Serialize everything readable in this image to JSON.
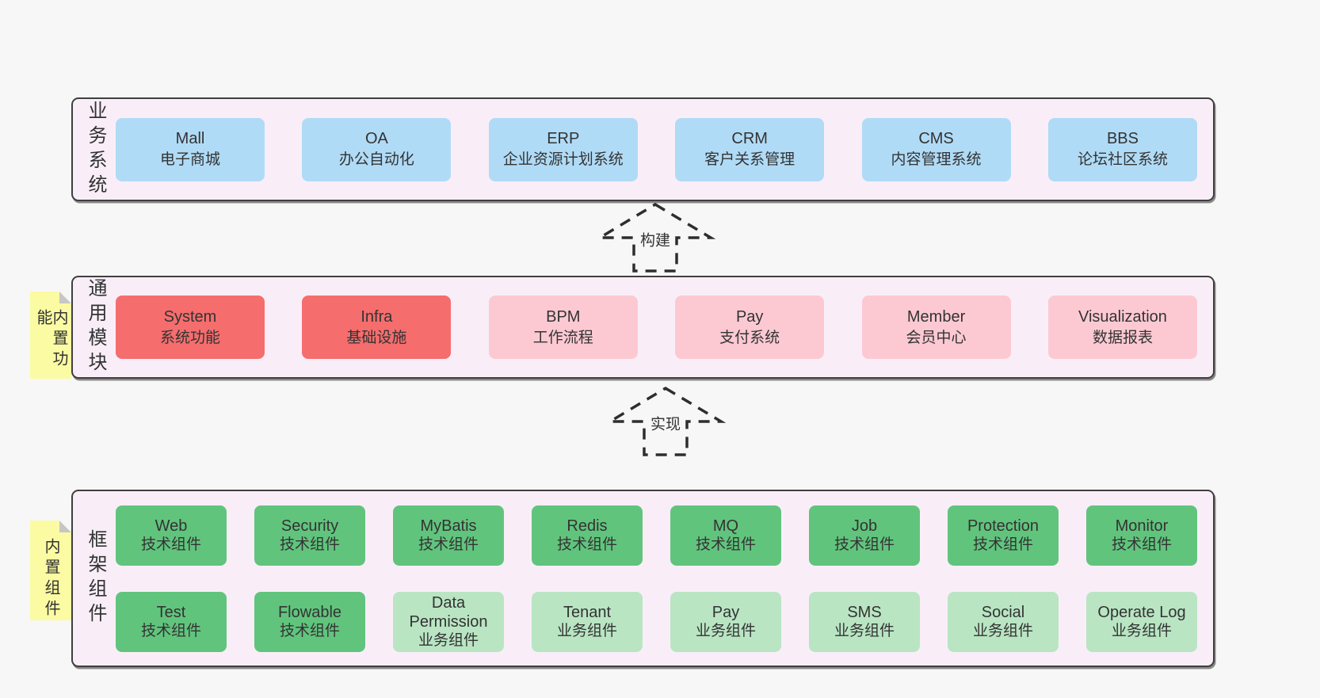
{
  "colors": {
    "page_bg": "#f7f7f7",
    "panel_bg": "#f9eef8",
    "panel_border": "#3f3f3f",
    "blue_box": "#b0dbf6",
    "red_box": "#f56d6d",
    "pink_box": "#fcc9d3",
    "green_box": "#61c47d",
    "light_green_box": "#b9e5c3",
    "sticky_yellow": "#fbfba3",
    "text": "#333333"
  },
  "sections": {
    "business": {
      "label": "业务系统",
      "items": [
        {
          "title": "Mall",
          "subtitle": "电子商城"
        },
        {
          "title": "OA",
          "subtitle": "办公自动化"
        },
        {
          "title": "ERP",
          "subtitle": "企业资源计划系统"
        },
        {
          "title": "CRM",
          "subtitle": "客户关系管理"
        },
        {
          "title": "CMS",
          "subtitle": "内容管理系统"
        },
        {
          "title": "BBS",
          "subtitle": "论坛社区系统"
        }
      ]
    },
    "common": {
      "label": "通用模块",
      "sticky": "内置功能",
      "items": [
        {
          "title": "System",
          "subtitle": "系统功能",
          "variant": "red"
        },
        {
          "title": "Infra",
          "subtitle": "基础设施",
          "variant": "red"
        },
        {
          "title": "BPM",
          "subtitle": "工作流程",
          "variant": "pink"
        },
        {
          "title": "Pay",
          "subtitle": "支付系统",
          "variant": "pink"
        },
        {
          "title": "Member",
          "subtitle": "会员中心",
          "variant": "pink"
        },
        {
          "title": "Visualization",
          "subtitle": "数据报表",
          "variant": "pink"
        }
      ]
    },
    "framework": {
      "label": "框架组件",
      "sticky": "内置组件",
      "row1": [
        {
          "title": "Web",
          "subtitle": "技术组件",
          "variant": "green"
        },
        {
          "title": "Security",
          "subtitle": "技术组件",
          "variant": "green"
        },
        {
          "title": "MyBatis",
          "subtitle": "技术组件",
          "variant": "green"
        },
        {
          "title": "Redis",
          "subtitle": "技术组件",
          "variant": "green"
        },
        {
          "title": "MQ",
          "subtitle": "技术组件",
          "variant": "green"
        },
        {
          "title": "Job",
          "subtitle": "技术组件",
          "variant": "green"
        },
        {
          "title": "Protection",
          "subtitle": "技术组件",
          "variant": "green"
        },
        {
          "title": "Monitor",
          "subtitle": "技术组件",
          "variant": "green"
        }
      ],
      "row2": [
        {
          "title": "Test",
          "subtitle": "技术组件",
          "variant": "green"
        },
        {
          "title": "Flowable",
          "subtitle": "技术组件",
          "variant": "green"
        },
        {
          "title": "Data Permission",
          "subtitle": "业务组件",
          "variant": "light-green"
        },
        {
          "title": "Tenant",
          "subtitle": "业务组件",
          "variant": "light-green"
        },
        {
          "title": "Pay",
          "subtitle": "业务组件",
          "variant": "light-green"
        },
        {
          "title": "SMS",
          "subtitle": "业务组件",
          "variant": "light-green"
        },
        {
          "title": "Social",
          "subtitle": "业务组件",
          "variant": "light-green"
        },
        {
          "title": "Operate Log",
          "subtitle": "业务组件",
          "variant": "light-green"
        }
      ]
    }
  },
  "arrows": {
    "build": "构建",
    "implement": "实现"
  }
}
